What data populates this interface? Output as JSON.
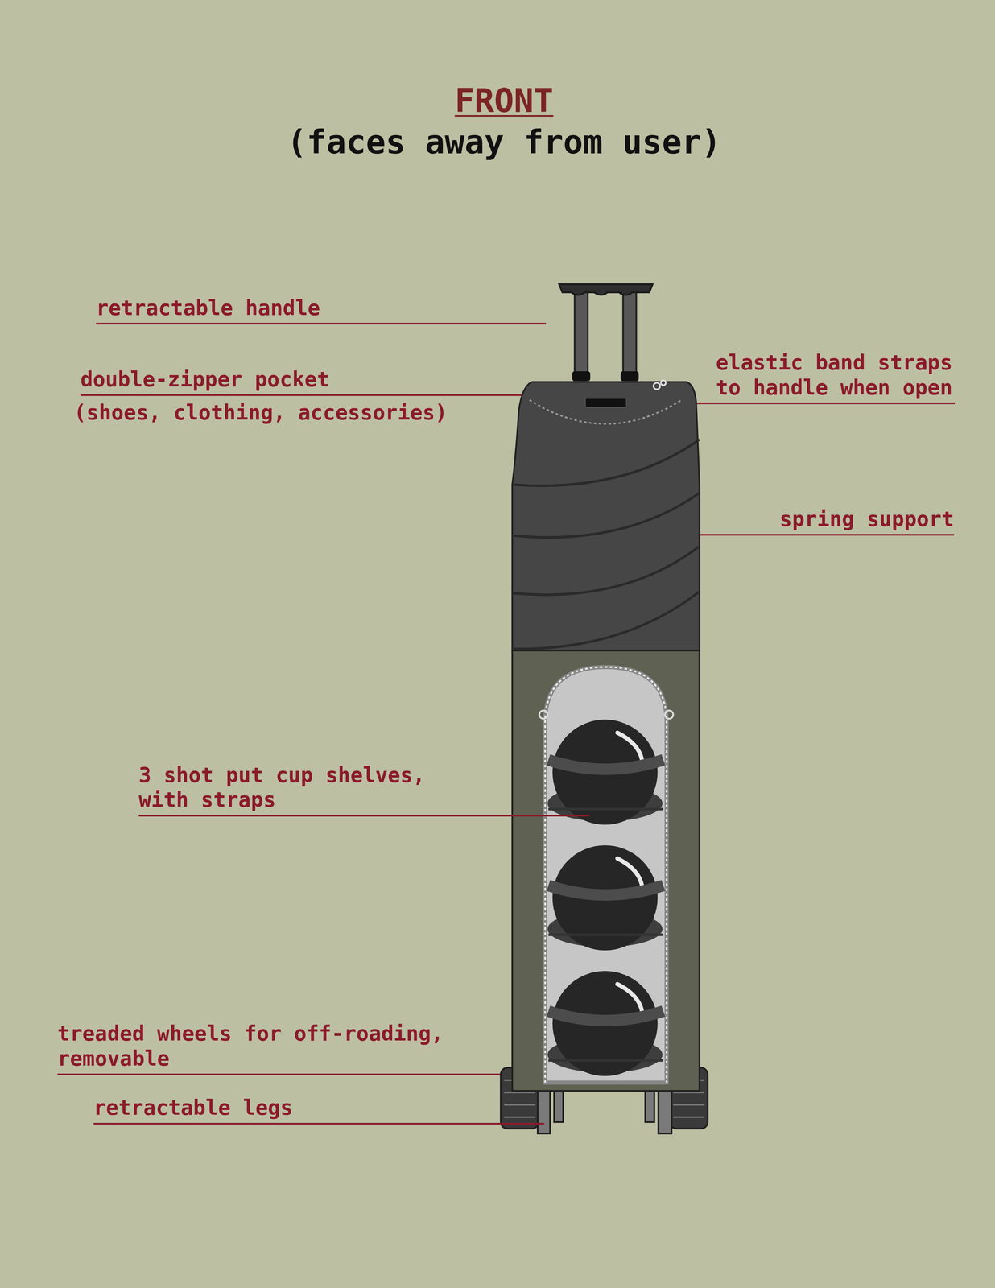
{
  "diagram": {
    "title": "FRONT",
    "labels": [
      "(faces away from user)",
      "retractable handle",
      "double-zipper pocket",
      "(shoes, clothing, accessories)",
      "elastic band straps to handle when open",
      "spring support",
      "3 shot put cup shelves, with straps",
      "treaded wheels for off-roading, removable",
      "retractable legs"
    ]
  }
}
